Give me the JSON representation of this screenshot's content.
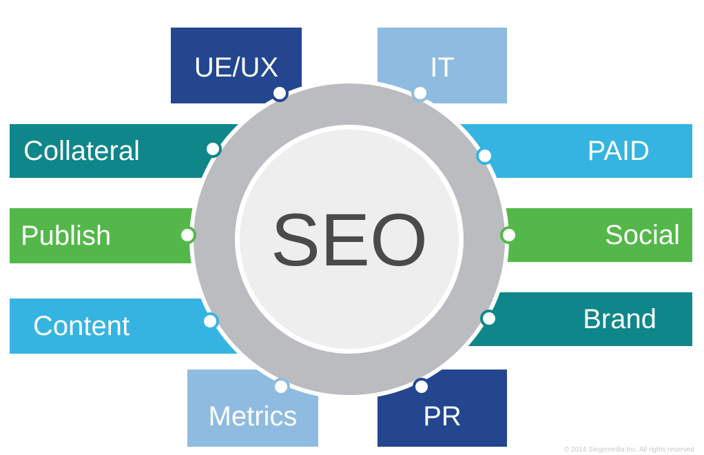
{
  "diagram": {
    "center_label": "SEO",
    "nodes": {
      "ueux": {
        "label": "UE/UX",
        "color": "#23468f"
      },
      "it": {
        "label": "IT",
        "color": "#8fbbe0"
      },
      "collateral": {
        "label": "Collateral",
        "color": "#0f8689"
      },
      "paid": {
        "label": "PAID",
        "color": "#35b4e2"
      },
      "publish": {
        "label": "Publish",
        "color": "#54b74a"
      },
      "social": {
        "label": "Social",
        "color": "#54b74a"
      },
      "content": {
        "label": "Content",
        "color": "#35b4e2"
      },
      "brand": {
        "label": "Brand",
        "color": "#0f8689"
      },
      "metrics": {
        "label": "Metrics",
        "color": "#8fbbe0"
      },
      "pr": {
        "label": "PR",
        "color": "#23468f"
      }
    },
    "ring_colors": {
      "outer": "#babcc0",
      "inner": "#eeeeee",
      "center_text": "#4a4a4a"
    },
    "footer": "© 2014 Siegemedia Inc. All rights reserved"
  }
}
